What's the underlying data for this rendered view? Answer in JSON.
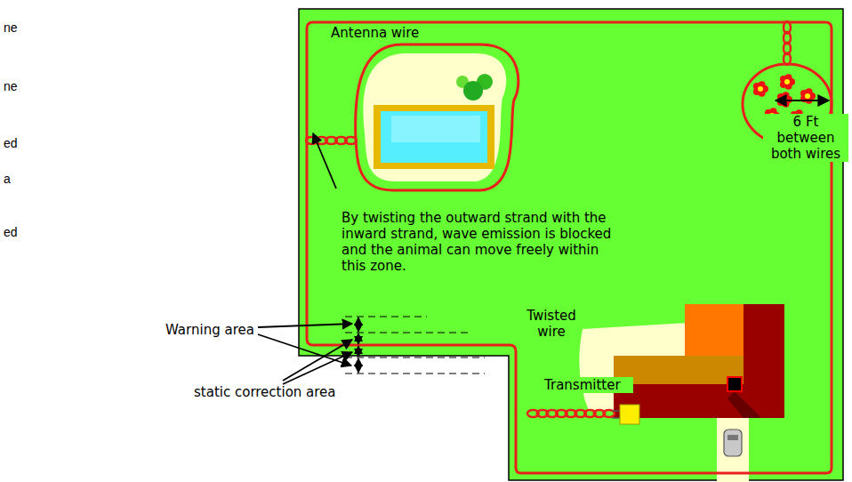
{
  "diagram": {
    "labels": [
      "ne",
      "ne",
      "ed",
      "a",
      "ed",
      "Antenna wire",
      "6 Ft between both wires",
      "By twisting the outward strand with the inward strand, wave emission is blocked and the animal can move freely within this zone.",
      "Warning area",
      "Twisted wire",
      "Transmitter",
      "static correction area"
    ]
  }
}
